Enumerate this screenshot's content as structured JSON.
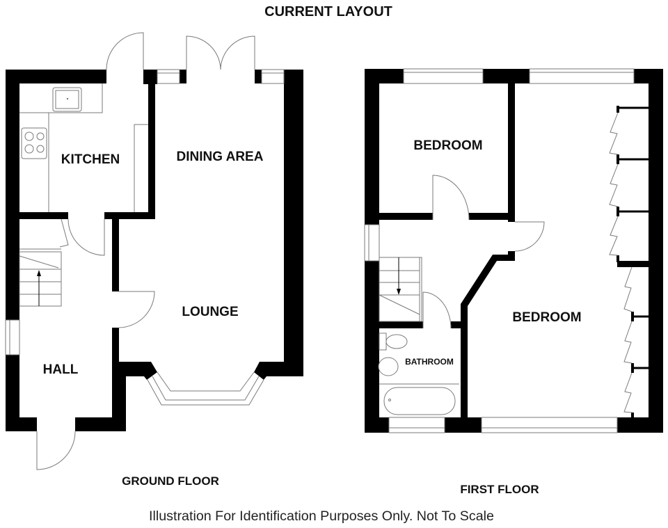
{
  "title": "CURRENT LAYOUT",
  "ground_floor": {
    "label": "GROUND FLOOR",
    "rooms": {
      "kitchen": "KITCHEN",
      "dining": "DINING AREA",
      "lounge": "LOUNGE",
      "hall": "HALL"
    }
  },
  "first_floor": {
    "label": "FIRST FLOOR",
    "rooms": {
      "bedroom_small": "BEDROOM",
      "bedroom_large": "BEDROOM",
      "bathroom": "BATHROOM"
    }
  },
  "footer": "Illustration For Identification Purposes Only. Not To Scale",
  "colors": {
    "wall": "#000000",
    "fixture_line": "#7a7a7a"
  }
}
